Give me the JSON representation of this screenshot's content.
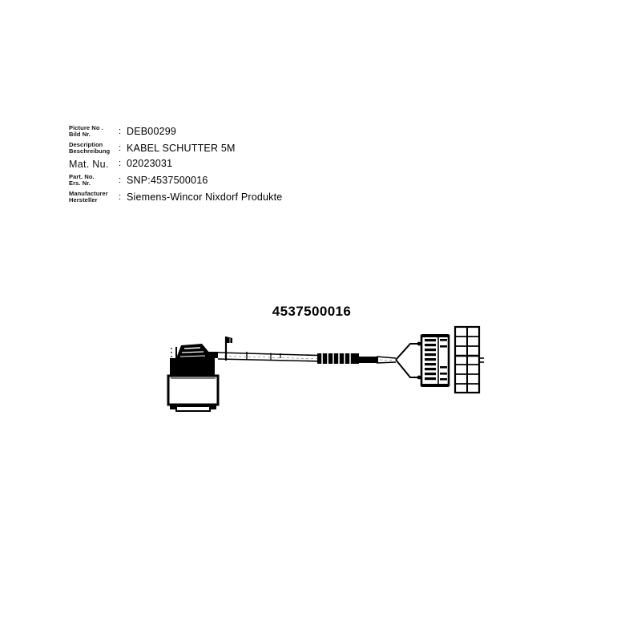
{
  "document": {
    "part_number_title": "4537500016"
  },
  "spec": {
    "rows": [
      {
        "label_en": "Picture No .",
        "label_de": "Bild Nr.",
        "colon": ":",
        "value": "DEB00299"
      },
      {
        "label_en": "Description",
        "label_de": "Beschreibung",
        "colon": ":",
        "value": "KABEL SCHUTTER 5M"
      },
      {
        "label_en": "",
        "label_de": "Mat.  Nu.",
        "colon": ":",
        "value": "02023031"
      },
      {
        "label_en": "Part. No.",
        "label_de": "Ers. Nr.",
        "colon": ":",
        "value": "SNP:4537500016"
      },
      {
        "label_en": "Manufacturer",
        "label_de": "Hersteller",
        "colon": ":",
        "value": "Siemens-Wincor Nixdorf Produkte"
      }
    ]
  },
  "drawing": {
    "name": "cable-assembly-drawing",
    "left_connector": "d-sub-hooded-connector",
    "right_connector": "multi-pin-block-connector",
    "cable_marker": "cable-flag-marker",
    "ferrite": "ribbed-ferrite-sleeve",
    "pin_table": {
      "name": "pin-grid-table",
      "columns": 2,
      "rows": 7
    }
  },
  "colors": {
    "ink": "#000000",
    "background": "#ffffff",
    "fill_light": "#ffffff"
  }
}
